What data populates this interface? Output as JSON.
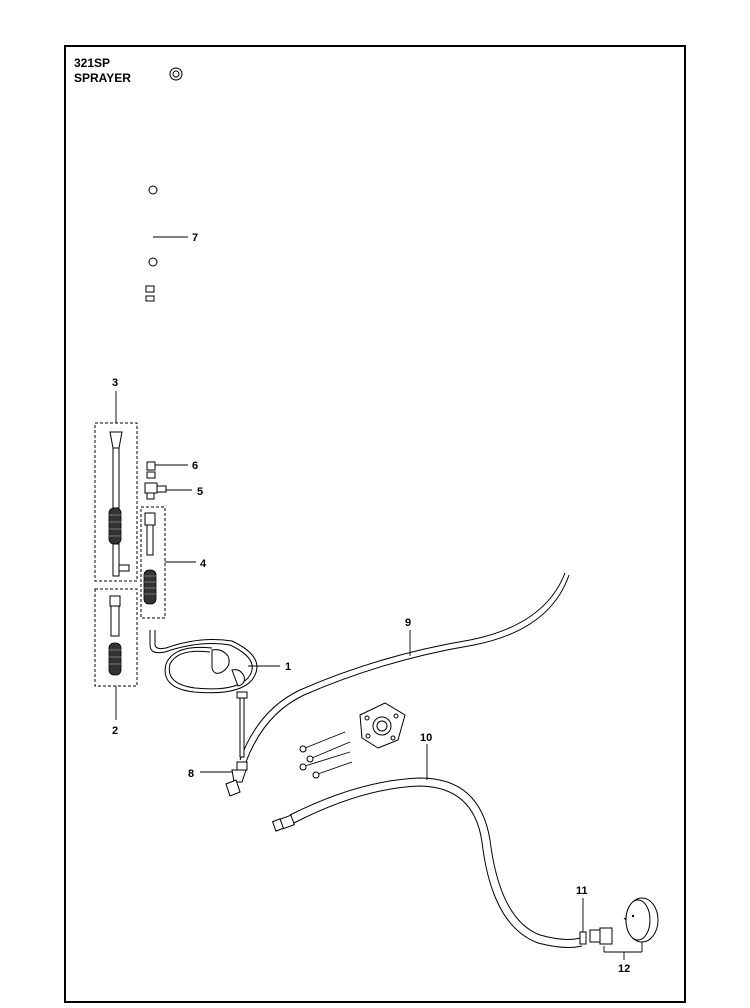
{
  "title": {
    "model": "321SP",
    "name": "SPRAYER"
  },
  "callouts": [
    {
      "id": "c1",
      "text": "1"
    },
    {
      "id": "c2",
      "text": "2"
    },
    {
      "id": "c3",
      "text": "3"
    },
    {
      "id": "c4",
      "text": "4"
    },
    {
      "id": "c5",
      "text": "5"
    },
    {
      "id": "c6",
      "text": "6"
    },
    {
      "id": "c7",
      "text": "7"
    },
    {
      "id": "c8",
      "text": "8"
    },
    {
      "id": "c9",
      "text": "9"
    },
    {
      "id": "c10",
      "text": "10"
    },
    {
      "id": "c11",
      "text": "11"
    },
    {
      "id": "c12",
      "text": "12"
    }
  ]
}
